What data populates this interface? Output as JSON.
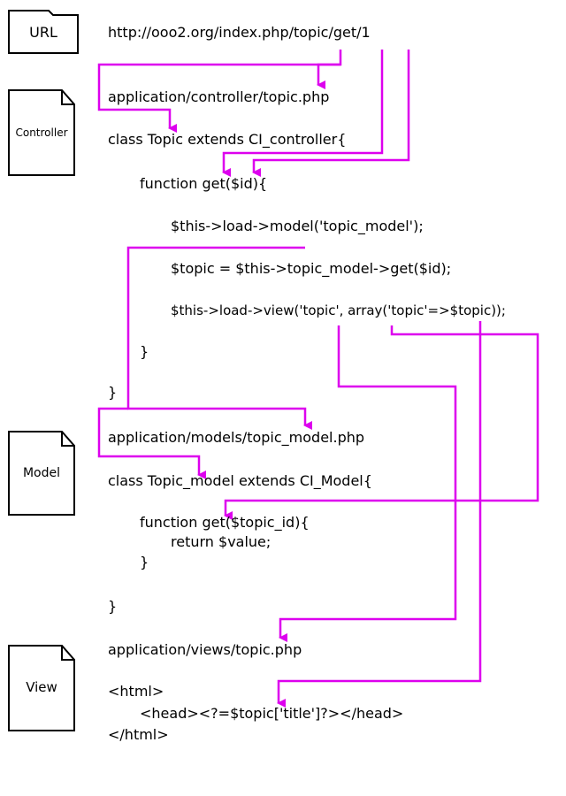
{
  "icons": {
    "url": {
      "label": "URL",
      "icon": "folder-icon"
    },
    "controller": {
      "label": "Controller",
      "icon": "document-icon"
    },
    "model": {
      "label": "Model",
      "icon": "document-icon"
    },
    "view": {
      "label": "View",
      "icon": "document-icon"
    }
  },
  "code_lines": {
    "url": "http://ooo2.org/index.php/topic/get/1",
    "controller_path": "application/controller/topic.php",
    "class_topic": "class Topic extends CI_controller{",
    "function_get": "function get($id){",
    "load_model": "$this->load->model('topic_model');",
    "topic_get": "$topic = $this->topic_model->get($id);",
    "load_view": "$this->load->view('topic', array('topic'=>$topic));",
    "close_func": "}",
    "close_class": "}",
    "model_path": "application/models/topic_model.php",
    "class_model": "class Topic_model extends CI_Model{",
    "function_get_model": "function get($topic_id){",
    "return_value": "return $value;",
    "close_model_func": "}",
    "close_model_class": "}",
    "view_path": "application/views/topic.php",
    "html_open": "<html>",
    "head_line": "<head><?=$topic['title']?></head>",
    "html_close": "</html>"
  },
  "colors": {
    "arrow": "#dd00ee",
    "icon_stroke": "#000000"
  }
}
